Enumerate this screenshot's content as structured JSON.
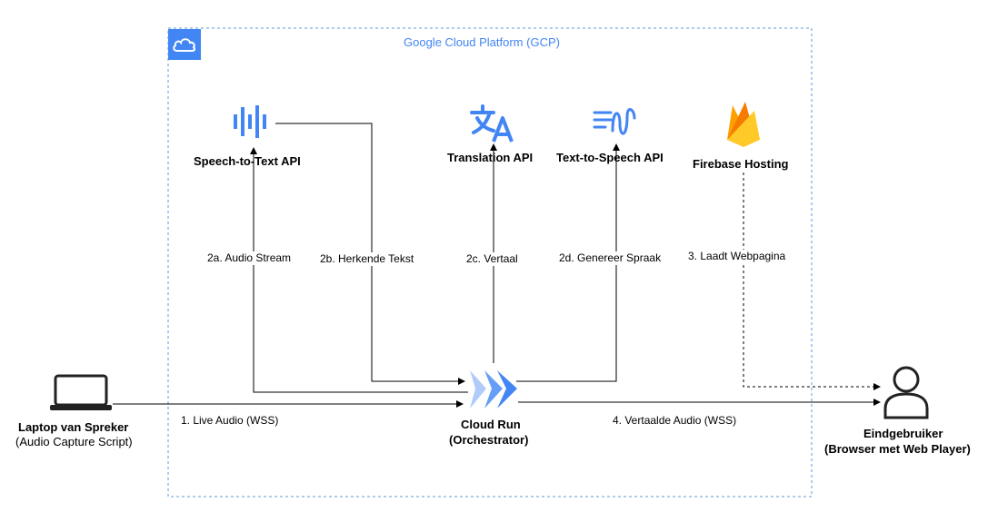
{
  "gcp": {
    "title": "Google Cloud Platform (GCP)",
    "icon": "cloud-icon",
    "border_color": "#5B9BD5"
  },
  "nodes": {
    "stt": {
      "title": "Speech-to-Text API",
      "icon": "audio-waveform-icon"
    },
    "translate": {
      "title": "Translation API",
      "icon": "translate-icon"
    },
    "tts": {
      "title": "Text-to-Speech API",
      "icon": "speech-wave-icon"
    },
    "firebase": {
      "title": "Firebase Hosting",
      "icon": "firebase-icon"
    },
    "cloudrun": {
      "title": "Cloud Run",
      "subtitle": "(Orchestrator)",
      "icon": "cloud-run-icon"
    },
    "laptop": {
      "title": "Laptop van Spreker",
      "subtitle": "(Audio Capture Script)",
      "icon": "laptop-icon"
    },
    "user": {
      "title": "Eindgebruiker",
      "subtitle": "(Browser met Web Player)",
      "icon": "user-icon"
    }
  },
  "edges": {
    "e1": "1. Live Audio (WSS)",
    "e2a": "2a. Audio Stream",
    "e2b": "2b. Herkende Tekst",
    "e2c": "2c. Vertaal",
    "e2d": "2d. Genereer Spraak",
    "e3": "3. Laadt Webpagina",
    "e4": "4. Vertaalde Audio (WSS)"
  },
  "colors": {
    "google_blue": "#4285F4",
    "firebase_yellow": "#FFCA28",
    "firebase_orange": "#F57C00",
    "line": "#000000"
  }
}
